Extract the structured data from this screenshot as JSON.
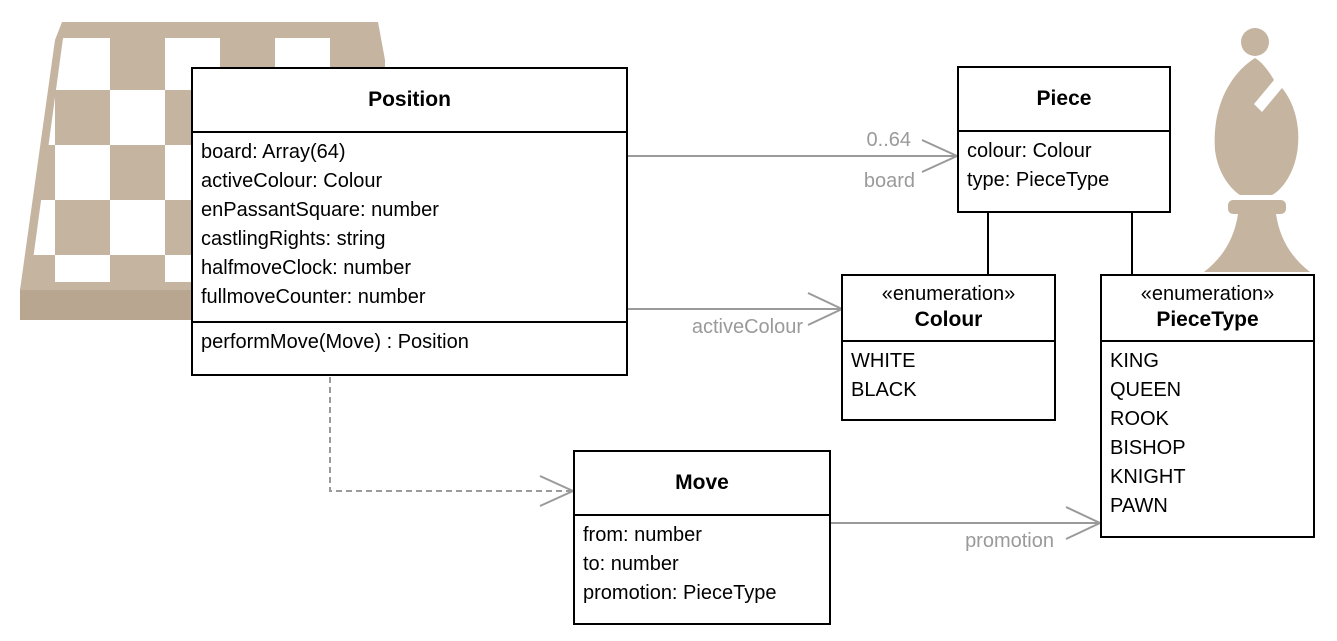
{
  "classes": {
    "position": {
      "name": "Position",
      "attributes": [
        "board: Array(64)",
        "activeColour: Colour",
        "enPassantSquare: number",
        "castlingRights: string",
        "halfmoveClock: number",
        "fullmoveCounter: number"
      ],
      "operations": [
        "performMove(Move) : Position"
      ]
    },
    "piece": {
      "name": "Piece",
      "attributes": [
        "colour: Colour",
        "type: PieceType"
      ]
    },
    "colour": {
      "stereotype": "«enumeration»",
      "name": "Colour",
      "literals": [
        "WHITE",
        "BLACK"
      ]
    },
    "piecetype": {
      "stereotype": "«enumeration»",
      "name": "PieceType",
      "literals": [
        "KING",
        "QUEEN",
        "ROOK",
        "BISHOP",
        "KNIGHT",
        "PAWN"
      ]
    },
    "move": {
      "name": "Move",
      "attributes": [
        "from: number",
        "to: number",
        "promotion: PieceType"
      ]
    }
  },
  "associations": {
    "board_multiplicity": "0..64",
    "board_role": "board",
    "active_colour_role": "activeColour",
    "promotion_role": "promotion"
  },
  "colors": {
    "decoration": "#c5b4a0",
    "connector": "#9a9a9a",
    "border": "#000000"
  }
}
